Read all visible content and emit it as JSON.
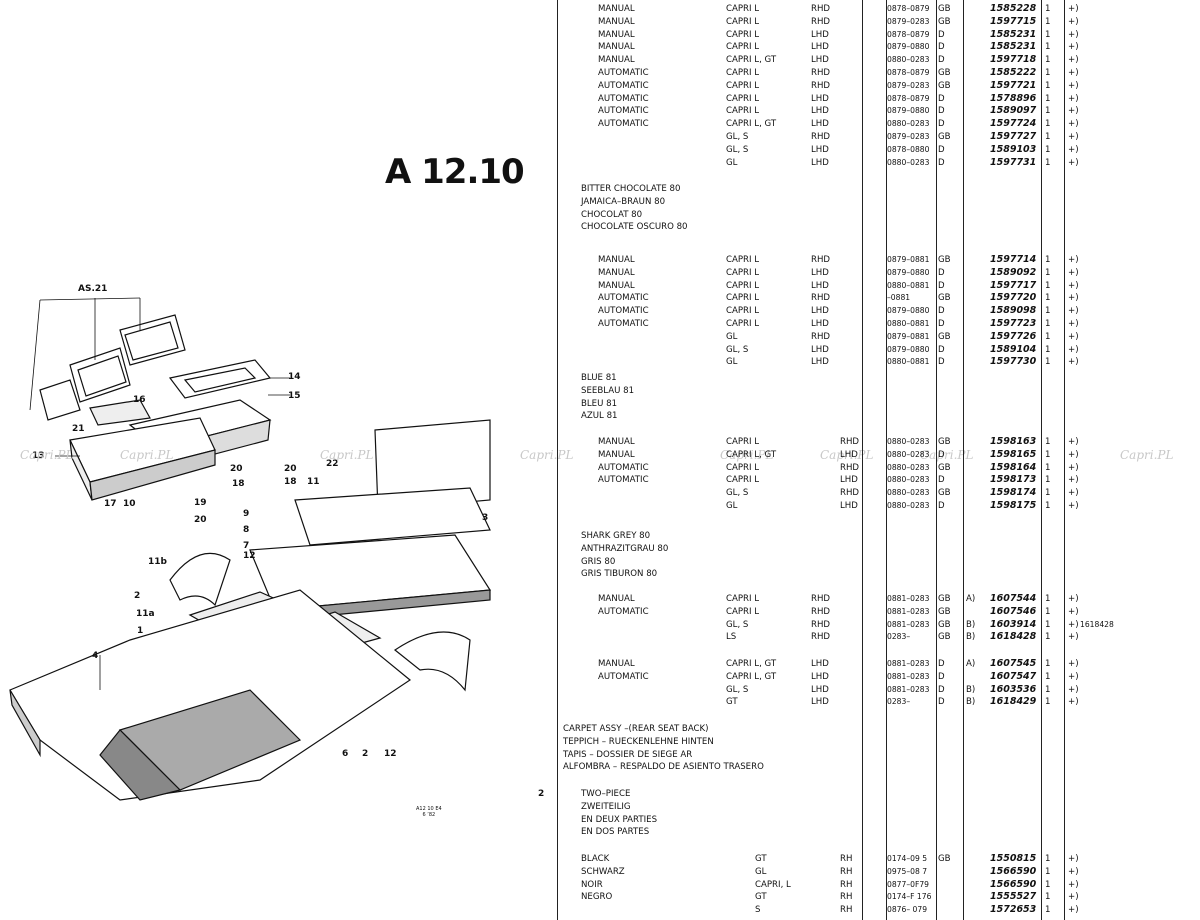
{
  "ref_title": "A 12.10",
  "fig_code": [
    "A12 10 E4",
    "6 ’82"
  ],
  "page_number": "2",
  "watermark": "Capri.PL",
  "diagram_labels": [
    "AS.21",
    "14",
    "15",
    "16",
    "13",
    "21",
    "20",
    "18",
    "22",
    "20",
    "18",
    "11",
    "19",
    "20",
    "17",
    "10",
    "9",
    "8",
    "7",
    "3",
    "12",
    "11b",
    "2",
    "11a",
    "1",
    "4",
    "6",
    "2",
    "12"
  ],
  "rows_block1": [
    [
      "MANUAL",
      "CAPRI L",
      "RHD",
      "0878–0879",
      "GB",
      "1585228",
      "1",
      "+)"
    ],
    [
      "MANUAL",
      "CAPRI L",
      "RHD",
      "0879–0283",
      "GB",
      "1597715",
      "1",
      "+)"
    ],
    [
      "MANUAL",
      "CAPRI L",
      "LHD",
      "0878–0879",
      "D",
      "1585231",
      "1",
      "+)"
    ],
    [
      "MANUAL",
      "CAPRI L",
      "LHD",
      "0879–0880",
      "D",
      "1585231",
      "1",
      "+)"
    ],
    [
      "MANUAL",
      "CAPRI L, GT",
      "LHD",
      "0880–0283",
      "D",
      "1597718",
      "1",
      "+)"
    ],
    [
      "AUTOMATIC",
      "CAPRI L",
      "RHD",
      "0878–0879",
      "GB",
      "1585222",
      "1",
      "+)"
    ],
    [
      "AUTOMATIC",
      "CAPRI L",
      "RHD",
      "0879–0283",
      "GB",
      "1597721",
      "1",
      "+)"
    ],
    [
      "AUTOMATIC",
      "CAPRI L",
      "LHD",
      "0878–0879",
      "D",
      "1578896",
      "1",
      "+)"
    ],
    [
      "AUTOMATIC",
      "CAPRI L",
      "LHD",
      "0879–0880",
      "D",
      "1589097",
      "1",
      "+)"
    ],
    [
      "AUTOMATIC",
      "CAPRI L, GT",
      "LHD",
      "0880–0283",
      "D",
      "1597724",
      "1",
      "+)"
    ],
    [
      "",
      "GL, S",
      "RHD",
      "0879–0283",
      "GB",
      "1597727",
      "1",
      "+)"
    ],
    [
      "",
      "GL, S",
      "LHD",
      "0878–0880",
      "D",
      "1589103",
      "1",
      "+)"
    ],
    [
      "",
      "GL",
      "LHD",
      "0880–0283",
      "D",
      "1597731",
      "1",
      "+)"
    ]
  ],
  "color_bitter": [
    "BITTER CHOCOLATE 80",
    "JAMAICA–BRAUN 80",
    "CHOCOLAT 80",
    "CHOCOLATE OSCURO 80"
  ],
  "rows_block2": [
    [
      "MANUAL",
      "CAPRI L",
      "RHD",
      "0879–0881",
      "GB",
      "1597714",
      "1",
      "+)"
    ],
    [
      "MANUAL",
      "CAPRI L",
      "LHD",
      "0879–0880",
      "D",
      "1589092",
      "1",
      "+)"
    ],
    [
      "MANUAL",
      "CAPRI L",
      "LHD",
      "0880–0881",
      "D",
      "1597717",
      "1",
      "+)"
    ],
    [
      "AUTOMATIC",
      "CAPRI L",
      "RHD",
      "–0881",
      "GB",
      "1597720",
      "1",
      "+)"
    ],
    [
      "AUTOMATIC",
      "CAPRI L",
      "LHD",
      "0879–0880",
      "D",
      "1589098",
      "1",
      "+)"
    ],
    [
      "AUTOMATIC",
      "CAPRI L",
      "LHD",
      "0880–0881",
      "D",
      "1597723",
      "1",
      "+)"
    ],
    [
      "",
      "GL",
      "RHD",
      "0879–0881",
      "GB",
      "1597726",
      "1",
      "+)"
    ],
    [
      "",
      "GL, S",
      "LHD",
      "0879–0880",
      "D",
      "1589104",
      "1",
      "+)"
    ],
    [
      "",
      "GL",
      "LHD",
      "0880–0881",
      "D",
      "1597730",
      "1",
      "+)"
    ]
  ],
  "color_blue": [
    "BLUE 81",
    "SEEBLAU 81",
    "BLEU 81",
    "AZUL 81"
  ],
  "rows_block3": [
    [
      "MANUAL",
      "CAPRI L",
      "RHD",
      "0880–0283",
      "GB",
      "1598163",
      "1",
      "+)"
    ],
    [
      "MANUAL",
      "CAPRI L, GT",
      "LHD",
      "0880–0283",
      "D",
      "1598165",
      "1",
      "+)"
    ],
    [
      "AUTOMATIC",
      "CAPRI L",
      "RHD",
      "0880–0283",
      "GB",
      "1598164",
      "1",
      "+)"
    ],
    [
      "AUTOMATIC",
      "CAPRI L",
      "LHD",
      "0880–0283",
      "D",
      "1598173",
      "1",
      "+)"
    ],
    [
      "",
      "GL, S",
      "RHD",
      "0880–0283",
      "GB",
      "1598174",
      "1",
      "+)"
    ],
    [
      "",
      "GL",
      "LHD",
      "0880–0283",
      "D",
      "1598175",
      "1",
      "+)"
    ]
  ],
  "color_grey": [
    "SHARK GREY 80",
    "ANTHRAZITGRAU 80",
    "GRIS 80",
    "GRIS TIBURON 80"
  ],
  "rows_block4": [
    [
      "MANUAL",
      "CAPRI L",
      "RHD",
      "0881–0283",
      "GB",
      "A)",
      "1607544",
      "1",
      "+)",
      ""
    ],
    [
      "AUTOMATIC",
      "CAPRI L",
      "RHD",
      "0881–0283",
      "GB",
      "",
      "1607546",
      "1",
      "+)",
      ""
    ],
    [
      "",
      "GL, S",
      "RHD",
      "0881–0283",
      "GB",
      "B)",
      "1603914",
      "1",
      "+)",
      "1618428"
    ],
    [
      "",
      "LS",
      "RHD",
      "0283–",
      "GB",
      "B)",
      "1618428",
      "1",
      "+)",
      ""
    ]
  ],
  "rows_block5": [
    [
      "MANUAL",
      "CAPRI L, GT",
      "LHD",
      "0881–0283",
      "D",
      "A)",
      "1607545",
      "1",
      "+)"
    ],
    [
      "AUTOMATIC",
      "CAPRI L, GT",
      "LHD",
      "0881–0283",
      "D",
      "",
      "1607547",
      "1",
      "+)"
    ],
    [
      "",
      "GL, S",
      "LHD",
      "0881–0283",
      "D",
      "B)",
      "1603536",
      "1",
      "+)"
    ],
    [
      "",
      "GT",
      "LHD",
      "0283–",
      "D",
      "B)",
      "1618429",
      "1",
      "+)"
    ]
  ],
  "carpet_desc": [
    "CARPET ASSY –(REAR SEAT BACK)",
    "TEPPICH – RUECKENLEHNE HINTEN",
    "TAPIS – DOSSIER DE SIEGE AR",
    "ALFOMBRA – RESPALDO DE ASIENTO TRASERO"
  ],
  "two_piece": [
    "TWO–PIECE",
    "ZWEITEILIG",
    "EN DEUX PARTIES",
    "EN DOS PARTES"
  ],
  "rows_block6": [
    [
      "BLACK",
      "GT",
      "RH",
      "0174–09 5",
      "GB",
      "1550815",
      "1",
      "+)"
    ],
    [
      "SCHWARZ",
      "GL",
      "RH",
      "0975–08 7",
      "",
      "1566590",
      "1",
      "+)"
    ],
    [
      "NOIR",
      "CAPRI, L",
      "RH",
      "0877–0F79",
      "",
      "1566590",
      "1",
      "+)"
    ],
    [
      "NEGRO",
      "GT",
      "RH",
      "0174–f 176",
      "",
      "1555527",
      "1",
      "+)"
    ],
    [
      "",
      "S",
      "RH",
      "0876– 079",
      "",
      "1572653",
      "1",
      "+)"
    ]
  ]
}
